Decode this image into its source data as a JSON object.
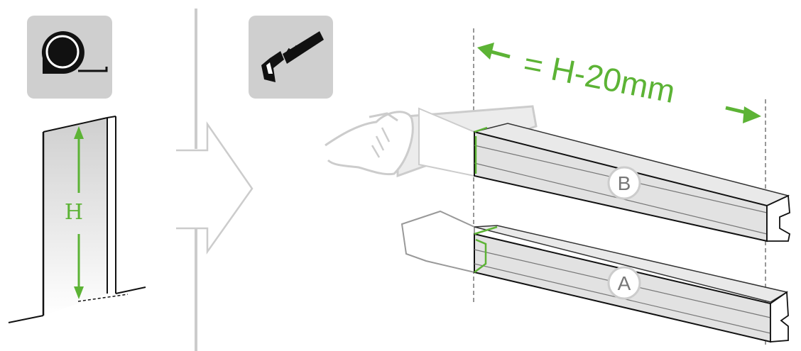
{
  "colors": {
    "accent_green": "#5cb335",
    "icon_bg": "#cfcfcf",
    "line_gray": "#cccccc",
    "dark": "#111111",
    "profile_fill": "#e6e6e6"
  },
  "icons": {
    "measure": "tape-measure-icon",
    "cut": "saw-icon"
  },
  "height_label": "H",
  "cut_formula": "= H-20mm",
  "profile_b_label": "B",
  "profile_a_label": "A"
}
